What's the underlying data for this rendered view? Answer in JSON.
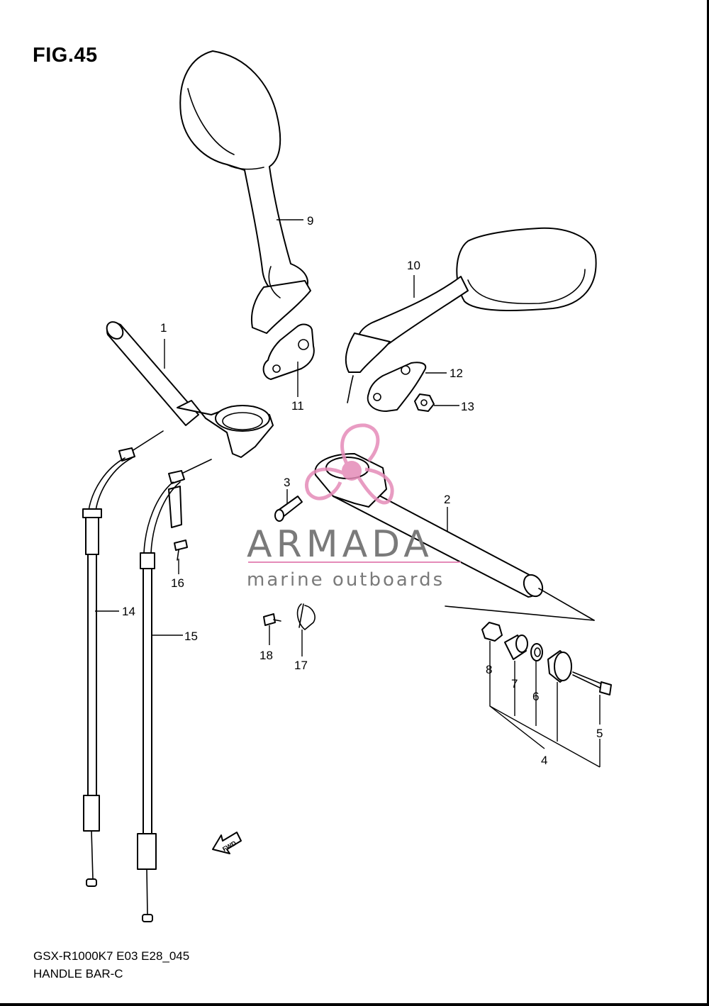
{
  "figure": {
    "title": "FIG.45"
  },
  "footer": {
    "model_code": "GSX-R1000K7 E03 E28_045",
    "section_name": "HANDLE BAR-C"
  },
  "watermark": {
    "brand": "ARMADA",
    "tagline": "marine outboards",
    "colors": {
      "logo_pink": "#e58bb8",
      "text_gray": "#7a7a7a"
    }
  },
  "callouts": [
    {
      "id": "1",
      "label": "1"
    },
    {
      "id": "2",
      "label": "2"
    },
    {
      "id": "3",
      "label": "3"
    },
    {
      "id": "4",
      "label": "4"
    },
    {
      "id": "5",
      "label": "5"
    },
    {
      "id": "6",
      "label": "6"
    },
    {
      "id": "7",
      "label": "7"
    },
    {
      "id": "8",
      "label": "8"
    },
    {
      "id": "9",
      "label": "9"
    },
    {
      "id": "10",
      "label": "10"
    },
    {
      "id": "11",
      "label": "11"
    },
    {
      "id": "12",
      "label": "12"
    },
    {
      "id": "13",
      "label": "13"
    },
    {
      "id": "14",
      "label": "14"
    },
    {
      "id": "15",
      "label": "15"
    },
    {
      "id": "16",
      "label": "16"
    },
    {
      "id": "17",
      "label": "17"
    },
    {
      "id": "18",
      "label": "18"
    }
  ],
  "direction_arrow": {
    "label": "FWD",
    "icon": "fwd-arrow-icon"
  }
}
